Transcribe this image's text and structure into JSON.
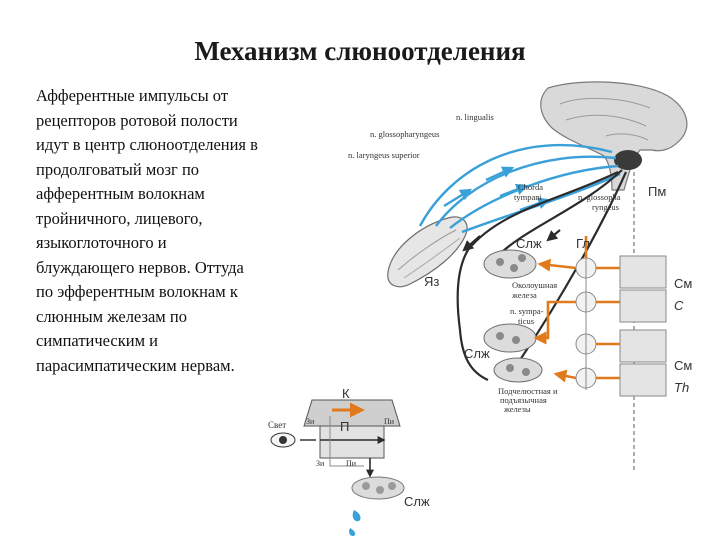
{
  "title": "Механизм слюноотделения",
  "paragraph_lines": [
    "Афферентные импульсы от",
    "рецепторов ротовой полости",
    "идут в центр слюноотделения в",
    "продолговатый мозг по",
    "афферентным волокнам",
    "тройничного, лицевого,",
    "языкоглоточного и",
    "блуждающего нервов. Оттуда",
    "по эфферентным волокнам к",
    "слюнным железам по",
    "симпатическим и",
    "парасимпатическим нервам."
  ],
  "figure": {
    "n_lingualis": "n. lingualis",
    "n_glossopharyngeus": "n. glossopharyngeus",
    "n_laryngeus": "n. laryngeus superior",
    "chorda_1": "Chorda",
    "chorda_2": "tympani",
    "glosso2_1": "n. glossopha",
    "glosso2_2": "ryngeus",
    "pm": "Пм",
    "slzh_top": "Слж",
    "gl": "Гл",
    "yaz": "Яз",
    "okolo_1": "Околоушная",
    "okolo_2": "железа",
    "sympa_1": "n. sympa-",
    "sympa_2": "ticus",
    "slzh_mid": "Слж",
    "podchel_1": "Подчелюстная и",
    "podchel_2": "подъязычная",
    "podchel_3": "железы",
    "sm_1": "См",
    "c": "C",
    "sm_2": "См",
    "th": "Th"
  },
  "reflex": {
    "k": "К",
    "p": "П",
    "svet": "Свет",
    "zi_1": "Зи",
    "pi_1": "Пи",
    "zi_2": "Зи",
    "pi_2": "Пи",
    "slzh": "Слж"
  },
  "colors": {
    "afferent": "#3aa0d8",
    "efferent": "#e07a1c",
    "nerve": "#2b2b2b",
    "tissue": "#8a8a8a"
  }
}
